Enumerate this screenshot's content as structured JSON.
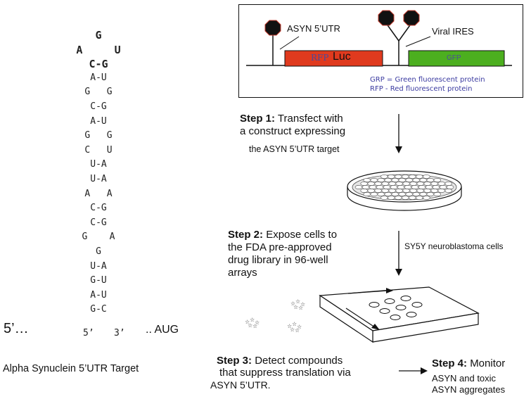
{
  "colors": {
    "rfp_bar": "#e03a1e",
    "gfp_bar": "#4caf1f",
    "frame_border": "#111111",
    "legend_text": "#3a3aa0"
  },
  "construct": {
    "asyn_label": "ASYN 5’UTR",
    "ires_label": "Viral IRES",
    "rfp_label": "RFP",
    "luc_label": "Luc",
    "gfp_label": "GFP",
    "legend_gfp": "GRP = Green fluorescent protein",
    "legend_rfp": "RFP - Red fluorescent protein"
  },
  "rna": {
    "rows": [
      {
        "text": "G",
        "bold": true
      },
      {
        "text": "A     U",
        "bold": true
      },
      {
        "text": "C-G",
        "bold": true
      },
      {
        "text": "A-U",
        "bold": false
      },
      {
        "text": "G   G",
        "bold": false
      },
      {
        "text": "C-G",
        "bold": false
      },
      {
        "text": "A-U",
        "bold": false
      },
      {
        "text": "G   G",
        "bold": false
      },
      {
        "text": "C   U",
        "bold": false
      },
      {
        "text": "U-A",
        "bold": false
      },
      {
        "text": "U-A",
        "bold": false
      },
      {
        "text": "A   A",
        "bold": false
      },
      {
        "text": "C-G",
        "bold": false
      },
      {
        "text": "C-G",
        "bold": false
      },
      {
        "text": "G    A",
        "bold": false
      },
      {
        "text": "G",
        "bold": false
      },
      {
        "text": "U-A",
        "bold": false
      },
      {
        "text": "G-U",
        "bold": false
      },
      {
        "text": "A-U",
        "bold": false
      },
      {
        "text": "G-C",
        "bold": false
      }
    ],
    "five_prime_lead": "5’…",
    "five_prime": "5’",
    "three_prime": "3’",
    "aug": ".. AUG",
    "caption": "Alpha Synuclein 5’UTR Target"
  },
  "steps": {
    "step1_title": "Step 1:",
    "step1_line1": "Transfect with",
    "step1_line2": "a construct expressing",
    "step1_line3": "the ASYN 5’UTR target",
    "cell_line": "SY5Y neuroblastoma cells",
    "step2_title": "Step 2:",
    "step2_line1": "Expose cells to",
    "step2_line2": "the  FDA pre-approved",
    "step2_line3": "drug  library in 96-well",
    "step2_line4": "arrays",
    "step3_title": "Step 3:",
    "step3_line1": "Detect compounds",
    "step3_line2": "that suppress translation via",
    "step3_line3": "ASYN  5’UTR.",
    "step4_title": "Step 4:",
    "step4_line1": "Monitor",
    "step4_line2": "ASYN and toxic",
    "step4_line3": "ASYN aggregates"
  }
}
